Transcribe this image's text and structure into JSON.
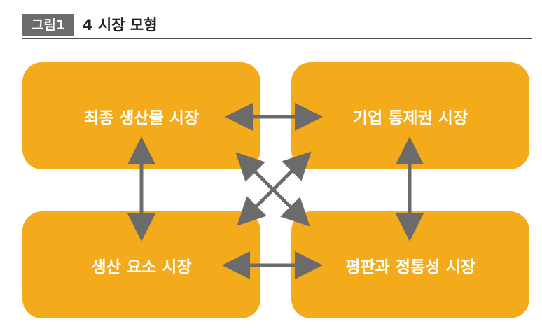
{
  "figure": {
    "label": "그림1",
    "title": "4 시장 모형"
  },
  "boxes": {
    "top_left": "최종 생산물 시장",
    "top_right": "기업 통제권 시장",
    "bottom_left": "생산 요소 시장",
    "bottom_right": "평판과 정통성 시장"
  },
  "colors": {
    "box_fill": "#f3ab1b",
    "box_text": "#ffffff",
    "arrow": "#6b6b6b",
    "header_badge": "#6b6b6b",
    "rule": "#4a4a4a"
  },
  "edges": [
    {
      "from": "최종 생산물 시장",
      "to": "기업 통제권 시장",
      "direction": "both"
    },
    {
      "from": "생산 요소 시장",
      "to": "평판과 정통성 시장",
      "direction": "both"
    },
    {
      "from": "최종 생산물 시장",
      "to": "생산 요소 시장",
      "direction": "both"
    },
    {
      "from": "기업 통제권 시장",
      "to": "평판과 정통성 시장",
      "direction": "both"
    },
    {
      "from": "최종 생산물 시장",
      "to": "평판과 정통성 시장",
      "direction": "both"
    },
    {
      "from": "기업 통제권 시장",
      "to": "생산 요소 시장",
      "direction": "both"
    }
  ]
}
